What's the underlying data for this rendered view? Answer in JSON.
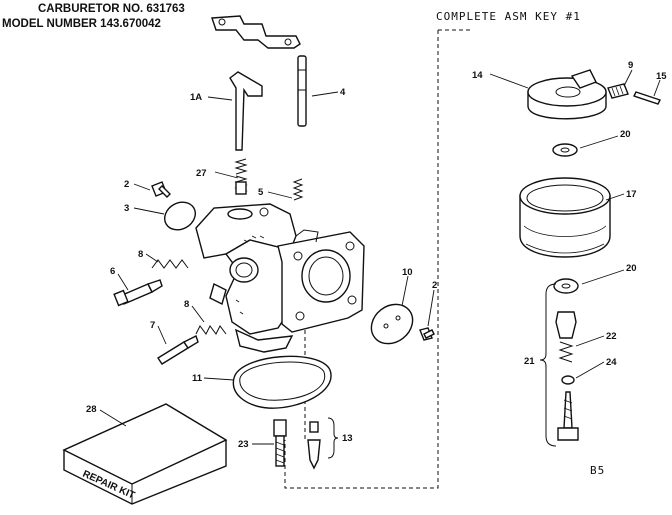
{
  "header": {
    "line1": "CARBURETOR NO. 631763",
    "line2": "MODEL NUMBER 143.670042"
  },
  "asm_key": "COMPLETE ASM KEY #1",
  "kit_label": "REPAIR KIT",
  "footer_code": "B5",
  "callouts": {
    "c1a": "1A",
    "c4": "4",
    "c27": "27",
    "c5": "5",
    "c2_left": "2",
    "c3": "3",
    "c8_upper": "8",
    "c6": "6",
    "c8_lower": "8",
    "c7": "7",
    "c11": "11",
    "c28": "28",
    "c23": "23",
    "c13": "13",
    "c10": "10",
    "c2_right": "2",
    "c14": "14",
    "c9": "9",
    "c15": "15",
    "c20_upper": "20",
    "c17": "17",
    "c20_lower": "20",
    "c22": "22",
    "c21": "21",
    "c24": "24"
  }
}
